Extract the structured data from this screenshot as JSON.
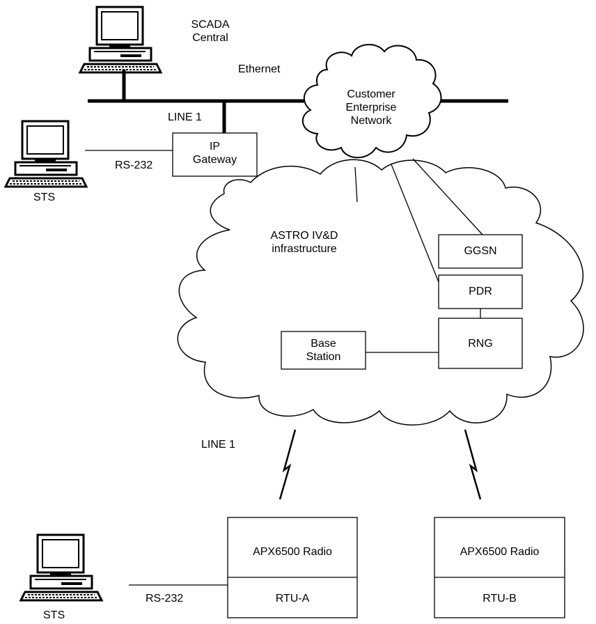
{
  "labels": {
    "scada": "SCADA\nCentral",
    "ethernet": "Ethernet",
    "cloud_enterprise": "Customer\nEnterprise\nNetwork",
    "line1_top": "LINE 1",
    "ip_gateway": "IP\nGateway",
    "rs232_top": "RS-232",
    "sts_top": "STS",
    "astro": "ASTRO IV&D\ninfrastructure",
    "ggsn": "GGSN",
    "pdr": "PDR",
    "rng": "RNG",
    "base_station": "Base\nStation",
    "line1_bottom": "LINE 1",
    "radio_a": "APX6500 Radio",
    "rtu_a": "RTU-A",
    "radio_b": "APX6500 Radio",
    "rtu_b": "RTU-B",
    "rs232_bottom": "RS-232",
    "sts_bottom": "STS"
  },
  "colors": {
    "stroke": "#000000",
    "background": "#ffffff"
  }
}
